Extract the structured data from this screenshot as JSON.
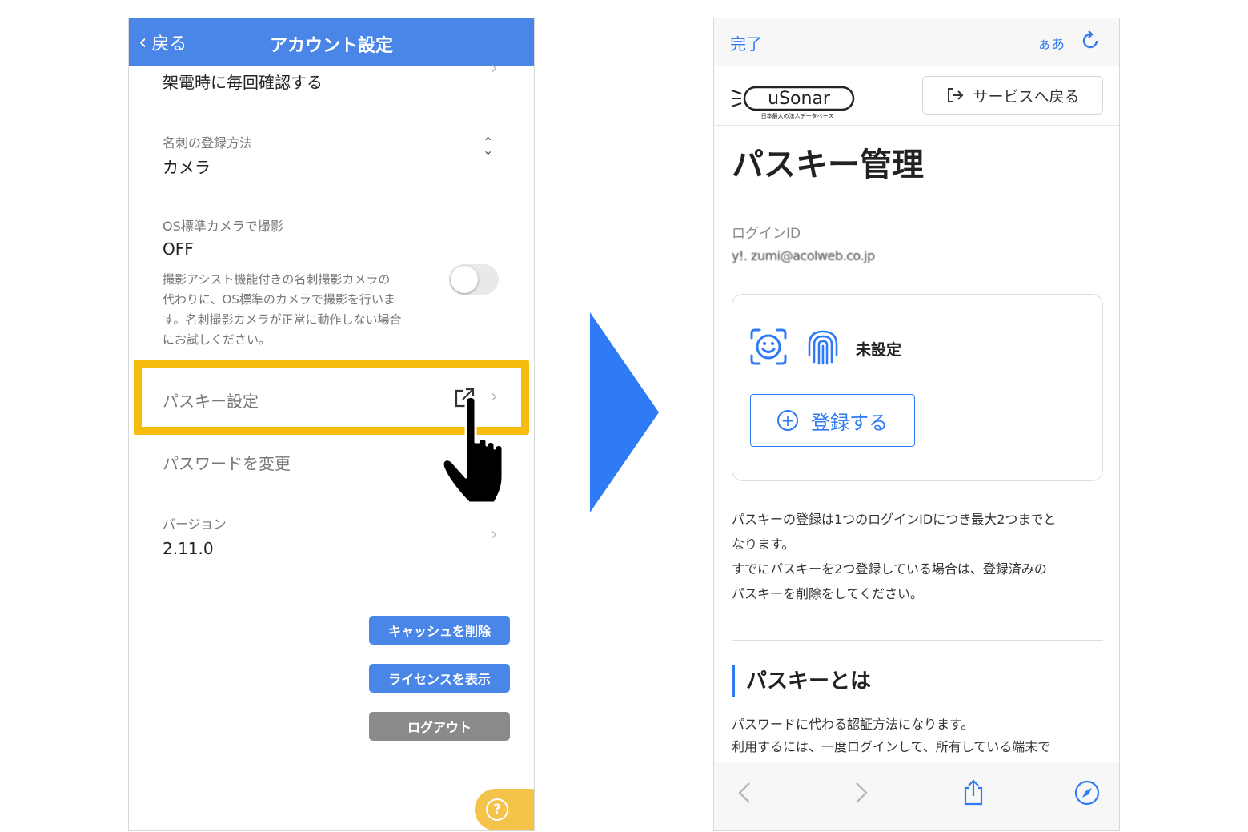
{
  "left_screen": {
    "nav": {
      "back_label": "戻る",
      "title": "アカウント設定"
    },
    "rows": {
      "confirm_call": "架電時に毎回確認する",
      "card_method_label": "名刺の登録方法",
      "card_method_value": "カメラ",
      "os_camera_label": "OS標準カメラで撮影",
      "os_camera_value": "OFF",
      "os_camera_desc_1": "撮影アシスト機能付きの名刺撮影カメラの",
      "os_camera_desc_2": "代わりに、OS標準のカメラで撮影を行いま",
      "os_camera_desc_3": "す。名刺撮影カメラが正常に動作しない場合",
      "os_camera_desc_4": "にお試しください。",
      "passkey_settings": "パスキー設定",
      "change_password": "パスワードを変更",
      "version_label": "バージョン",
      "version_value": "2.11.0"
    },
    "toggle_state": "off",
    "buttons": {
      "clear_cache": "キャッシュを削除",
      "show_license": "ライセンスを表示",
      "logout": "ログアウト"
    },
    "help_icon": "?"
  },
  "right_screen": {
    "top_bar": {
      "done": "完了",
      "text_size": "ぁあ"
    },
    "header": {
      "logo_text": "uSonar",
      "logo_tagline": "日本最大の法人データベース",
      "service_button": "サービスへ戻る"
    },
    "page_title": "パスキー管理",
    "login_id_label": "ログインID",
    "login_id_value": "y!. zumi@acolweb.co.jp",
    "card": {
      "status": "未設定",
      "register_button": "登録する"
    },
    "note_lines": [
      "パスキーの登録は1つのログインIDにつき最大2つまでと",
      "なります。",
      "すでにパスキーを2つ登録している場合は、登録済みの",
      "パスキーを削除をしてください。"
    ],
    "section": {
      "title": "パスキーとは",
      "body_1": "パスワードに代わる認証方法になります。",
      "body_2": "利用するには、一度ログインして、所有している端末で"
    }
  },
  "colors": {
    "nav_blue": "#4a86e8",
    "highlight_yellow": "#f6bd0e",
    "link_blue": "#2f7af5",
    "arrow_blue": "#2f7af5",
    "help_yellow": "#f4c44a",
    "logout_gray": "#8a8a8a"
  },
  "icons": {
    "back": "chevron-left-icon",
    "external": "external-link-icon",
    "hand": "pointing-hand-icon",
    "reload": "reload-icon",
    "face": "face-id-icon",
    "fingerprint": "fingerprint-icon",
    "share": "share-icon",
    "compass": "compass-icon"
  }
}
